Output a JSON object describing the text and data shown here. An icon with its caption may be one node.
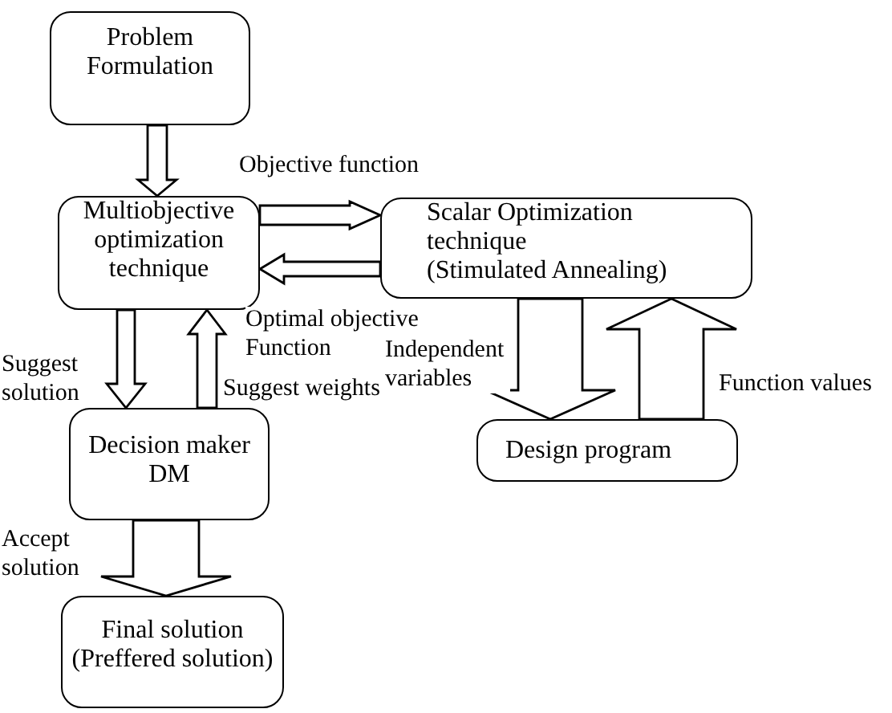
{
  "diagram": {
    "nodes": [
      {
        "text": [
          "Problem Formulation"
        ]
      },
      {
        "text": [
          "Multiobjective optimization technique"
        ]
      },
      {
        "text": [
          "Scalar Optimization technique",
          "(Stimulated Annealing)"
        ]
      },
      {
        "text": [
          "Decision maker DM"
        ]
      },
      {
        "text": [
          "Design program"
        ]
      },
      {
        "text": [
          "Final solution (Preffered solution)"
        ]
      }
    ],
    "edges": [
      {
        "from": 0,
        "to": 1,
        "arrow": "to"
      },
      {
        "from": 1,
        "to": 2,
        "arrow": "to",
        "label": "Objective function"
      },
      {
        "from": 2,
        "to": 1,
        "arrow": "to",
        "label": "Optimal objective Function"
      },
      {
        "from": 1,
        "to": 3,
        "arrow": "to",
        "label": "Suggest solution"
      },
      {
        "from": 3,
        "to": 1,
        "arrow": "to",
        "label": "Suggest weights"
      },
      {
        "from": 2,
        "to": 4,
        "arrow": "to",
        "label": "Independent variables"
      },
      {
        "from": 4,
        "to": 2,
        "arrow": "to",
        "label": "Function values"
      },
      {
        "from": 3,
        "to": 5,
        "arrow": "to",
        "label": "Accept solution"
      }
    ]
  }
}
